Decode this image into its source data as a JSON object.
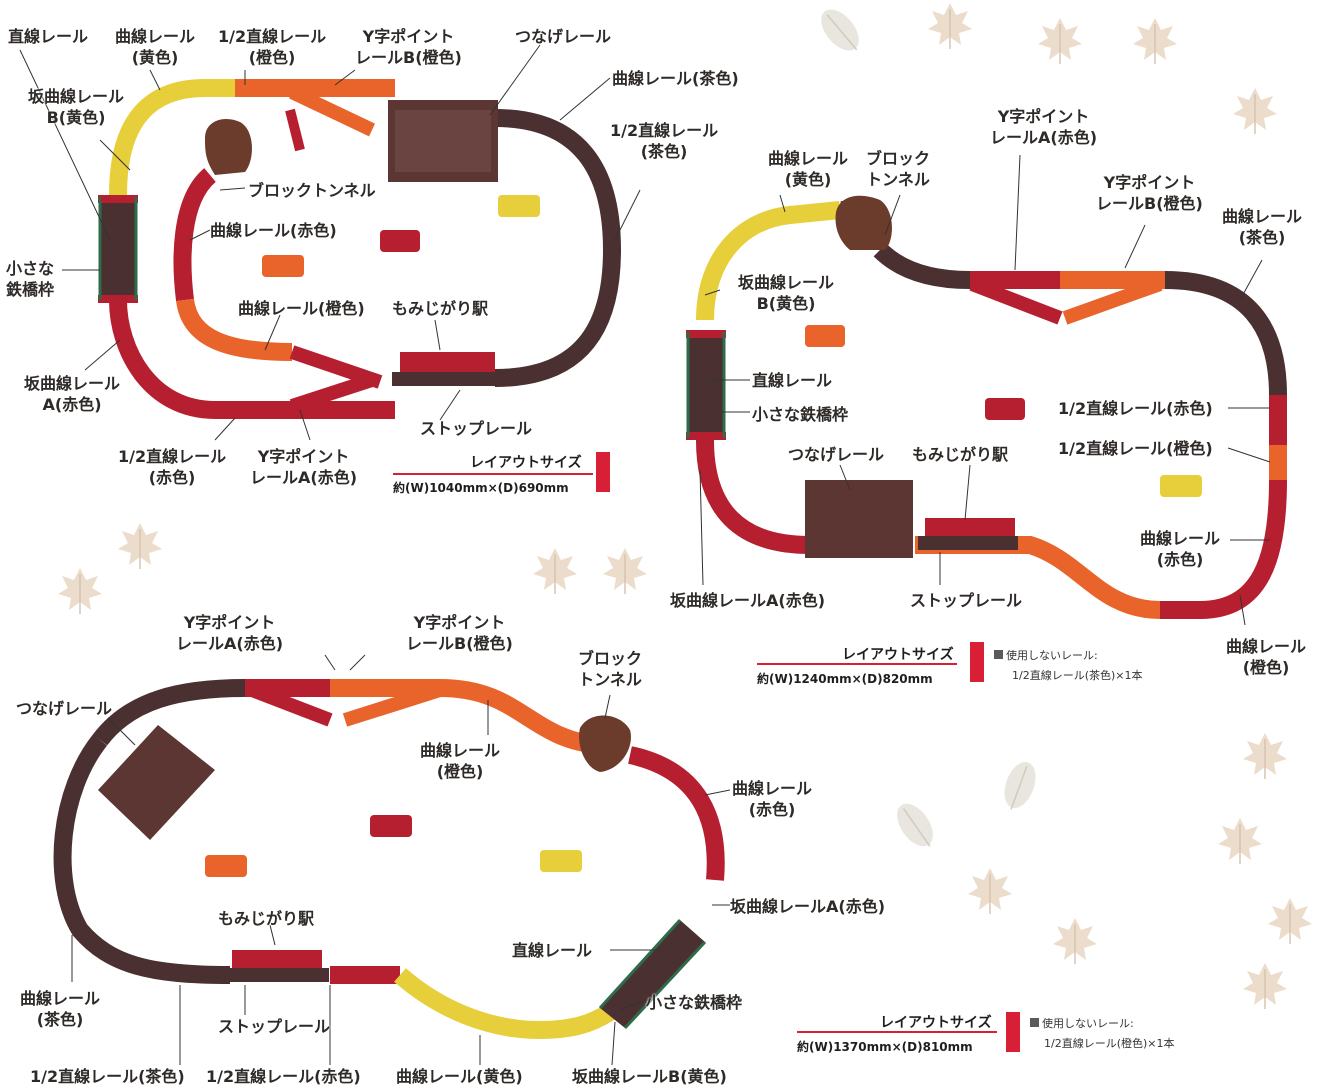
{
  "colors": {
    "yellow": "#e7cf3c",
    "orange": "#e8642a",
    "red": "#b61f2f",
    "brown": "#4a3030",
    "accent": "#d81f36",
    "leaf": "#e9d9c8"
  },
  "layout1": {
    "labels": {
      "straight": "直線レール",
      "curve_yellow": [
        "曲線レール",
        "(黄色)"
      ],
      "half_orange": [
        "1/2直線レール",
        "(橙色)"
      ],
      "y_point_b": [
        "Y字ポイント",
        "レールB(橙色)"
      ],
      "connector": "つなげレール",
      "slope_b": [
        "坂曲線レール",
        "B(黄色)"
      ],
      "curve_brown": "曲線レール(茶色)",
      "half_brown": [
        "1/2直線レール",
        "(茶色)"
      ],
      "tunnel": "ブロックトンネル",
      "curve_red": "曲線レール(赤色)",
      "bridge": [
        "小さな",
        "鉄橋枠"
      ],
      "curve_orange": "曲線レール(橙色)",
      "station": "もみじがり駅",
      "slope_a": [
        "坂曲線レール",
        "A(赤色)"
      ],
      "stop": "ストップレール",
      "half_red": [
        "1/2直線レール",
        "(赤色)"
      ],
      "y_point_a": [
        "Y字ポイント",
        "レールA(赤色)"
      ]
    },
    "size_title": "レイアウトサイズ",
    "size": "約(W)1040mm×(D)690mm"
  },
  "layout2": {
    "labels": {
      "curve_yellow": [
        "曲線レール",
        "(黄色)"
      ],
      "tunnel": [
        "ブロック",
        "トンネル"
      ],
      "y_point_a": [
        "Y字ポイント",
        "レールA(赤色)"
      ],
      "y_point_b": [
        "Y字ポイント",
        "レールB(橙色)"
      ],
      "curve_brown": [
        "曲線レール",
        "(茶色)"
      ],
      "slope_b": [
        "坂曲線レール",
        "B(黄色)"
      ],
      "straight": "直線レール",
      "bridge": "小さな鉄橋枠",
      "half_red": "1/2直線レール(赤色)",
      "half_orange": "1/2直線レール(橙色)",
      "connector": "つなげレール",
      "station": "もみじがり駅",
      "curve_red": [
        "曲線レール",
        "(赤色)"
      ],
      "slope_a": "坂曲線レールA(赤色)",
      "stop": "ストップレール",
      "curve_orange": [
        "曲線レール",
        "(橙色)"
      ]
    },
    "size_title": "レイアウトサイズ",
    "size": "約(W)1240mm×(D)820mm",
    "unused_title": "使用しないレール:",
    "unused_item": "1/2直線レール(茶色)×1本"
  },
  "layout3": {
    "labels": {
      "y_point_a": [
        "Y字ポイント",
        "レールA(赤色)"
      ],
      "y_point_b": [
        "Y字ポイント",
        "レールB(橙色)"
      ],
      "tunnel": [
        "ブロック",
        "トンネル"
      ],
      "connector": "つなげレール",
      "curve_orange": [
        "曲線レール",
        "(橙色)"
      ],
      "curve_red": [
        "曲線レール",
        "(赤色)"
      ],
      "slope_a": "坂曲線レールA(赤色)",
      "station": "もみじがり駅",
      "straight": "直線レール",
      "curve_brown": [
        "曲線レール",
        "(茶色)"
      ],
      "bridge": "小さな鉄橋枠",
      "stop": "ストップレール",
      "half_brown": "1/2直線レール(茶色)",
      "half_red": "1/2直線レール(赤色)",
      "curve_yellow": "曲線レール(黄色)",
      "slope_b": "坂曲線レールB(黄色)"
    },
    "size_title": "レイアウトサイズ",
    "size": "約(W)1370mm×(D)810mm",
    "unused_title": "使用しないレール:",
    "unused_item": "1/2直線レール(橙色)×1本"
  }
}
